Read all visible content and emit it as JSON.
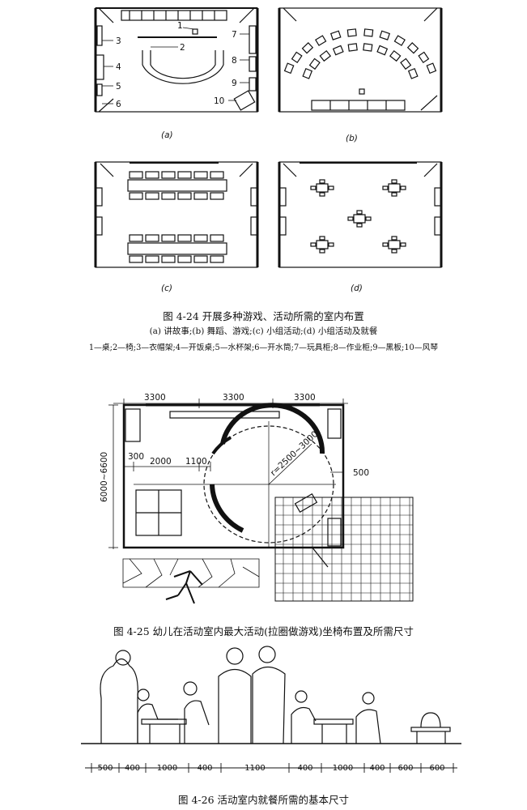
{
  "figure_4_24": {
    "panels": {
      "a": {
        "letter": "(a)",
        "numbers": [
          "1",
          "2",
          "3",
          "4",
          "5",
          "6",
          "7",
          "8",
          "9",
          "10"
        ]
      },
      "b": {
        "letter": "(b)"
      },
      "c": {
        "letter": "(c)"
      },
      "d": {
        "letter": "(d)"
      }
    },
    "title": "图 4-24   开展多种游戏、活动所需的室内布置",
    "subtitle": "(a) 讲故事;(b) 舞蹈、游戏;(c) 小组活动;(d) 小组活动及就餐",
    "legend": "1—桌;2—椅;3—衣帽架;4—开饭桌;5—水杯架;6—开水筒;7—玩具柜;8—作业柜;9—黑板;10—风琴"
  },
  "figure_4_25": {
    "dims_top": [
      "3300",
      "3300",
      "3300"
    ],
    "dim_left": "6000~6600",
    "dim_300": "300",
    "dim_2000": "2000",
    "dim_1100": "1100",
    "radius": "r=2500~3000",
    "dim_500": "500",
    "title": "图 4-25   幼儿在活动室内最大活动(拉圈做游戏)坐椅布置及所需尺寸"
  },
  "figure_4_26": {
    "dims": [
      "500",
      "400",
      "1000",
      "400",
      "1100",
      "400",
      "1000",
      "400",
      "600",
      "600"
    ],
    "title": "图 4-26   活动室内就餐所需的基本尺寸"
  }
}
